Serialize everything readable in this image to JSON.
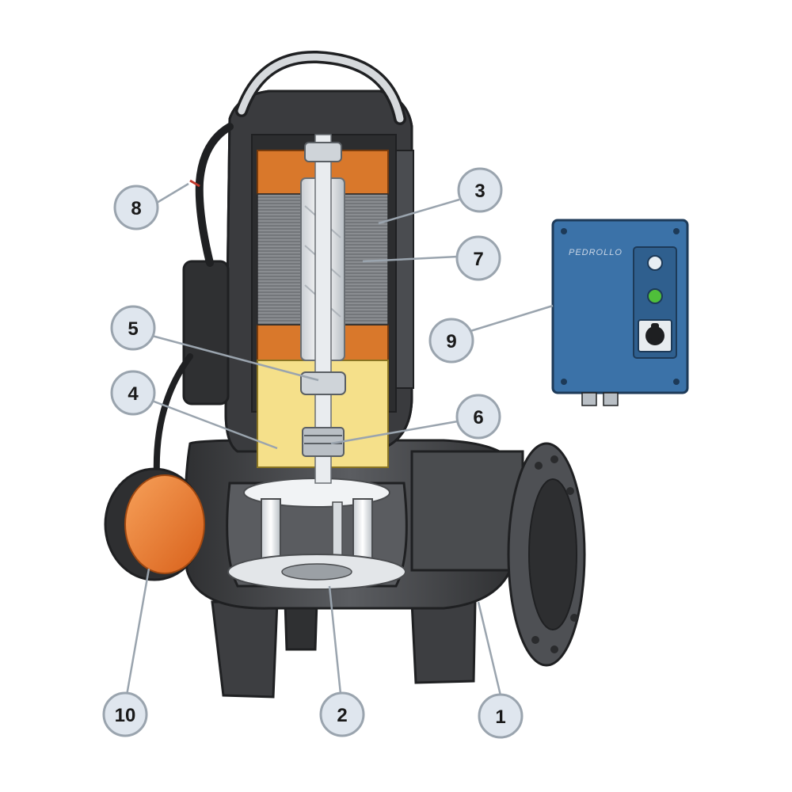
{
  "colors": {
    "body_dark": "#3a3b3d",
    "body_mid": "#55575a",
    "body_light": "#6e7074",
    "copper": "#d9782b",
    "resin": "#f5e08a",
    "steel": "#e6e9ec",
    "float": "#ee7a22",
    "box_blue": "#3b72a8",
    "callout_fill": "#dfe6ee",
    "callout_stroke": "#9aa4ae"
  },
  "control_box": {
    "brand": "PEDROLLO"
  },
  "callouts": [
    {
      "id": "1",
      "label": "1"
    },
    {
      "id": "2",
      "label": "2"
    },
    {
      "id": "3",
      "label": "3"
    },
    {
      "id": "4",
      "label": "4"
    },
    {
      "id": "5",
      "label": "5"
    },
    {
      "id": "6",
      "label": "6"
    },
    {
      "id": "7",
      "label": "7"
    },
    {
      "id": "8",
      "label": "8"
    },
    {
      "id": "9",
      "label": "9"
    },
    {
      "id": "10",
      "label": "10"
    }
  ]
}
